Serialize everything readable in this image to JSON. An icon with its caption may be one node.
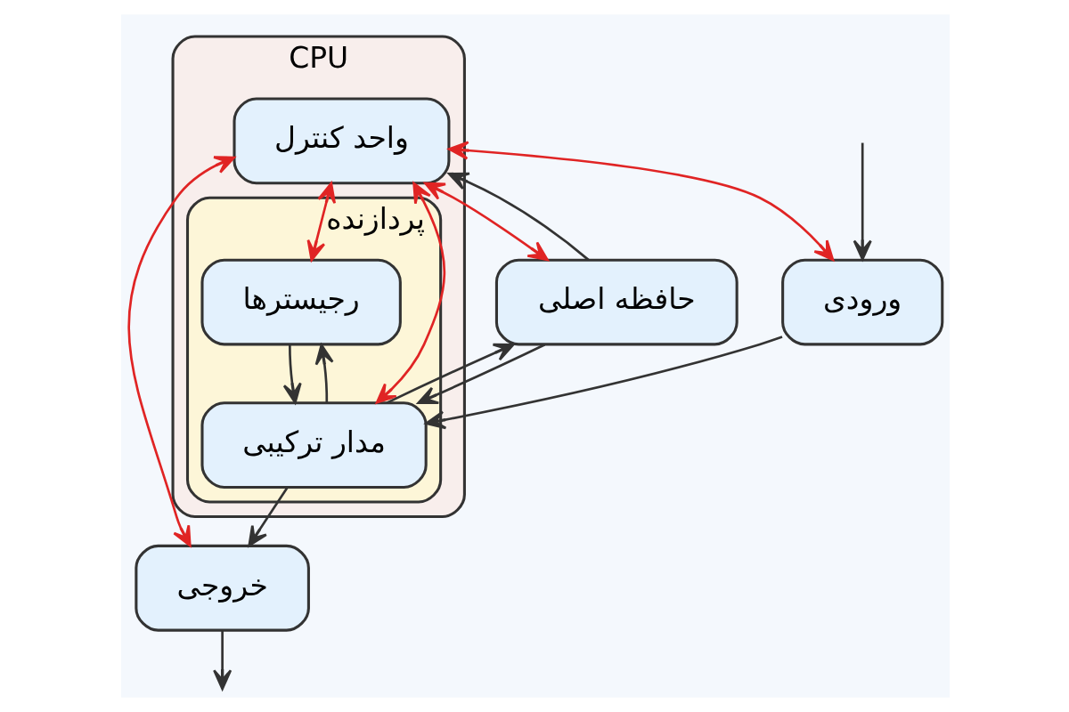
{
  "diagram": {
    "nodes": [
      {
        "text": [
          "CPU"
        ]
      },
      {
        "text": [
          "واحد کنترل"
        ],
        "in": 0
      },
      {
        "text": [
          "پردازنده"
        ],
        "in": 0
      },
      {
        "text": [
          "رجیسترها"
        ],
        "in": 2
      },
      {
        "text": [
          "مدار ترکیبی"
        ],
        "in": 2
      },
      {
        "text": [
          "ورودی"
        ]
      },
      {
        "text": [
          "خروجی"
        ]
      },
      {
        "text": [
          "حافظه اصلی"
        ]
      }
    ],
    "edges": [
      {
        "from": 1,
        "to": 5,
        "arrow": "both",
        "color": "#e02424"
      },
      {
        "from": 1,
        "to": 6,
        "arrow": "both",
        "color": "#e02424"
      },
      {
        "from": 1,
        "to": 7,
        "arrow": "both",
        "color": "#e02424"
      },
      {
        "from": 1,
        "to": 4,
        "arrow": "both",
        "color": "#e02424"
      },
      {
        "from": 1,
        "to": 3,
        "arrow": "both",
        "color": "#e02424"
      },
      {
        "from": 3,
        "to": 4,
        "arrow": "to"
      },
      {
        "from": 4,
        "to": 3,
        "arrow": "to"
      },
      {
        "from": 5,
        "to": 4,
        "arrow": "to"
      },
      {
        "from": 7,
        "to": 4,
        "arrow": "to"
      },
      {
        "from": 4,
        "to": 6,
        "arrow": "to"
      },
      {
        "from": 4,
        "to": 7,
        "arrow": "to"
      },
      {
        "from": 7,
        "to": 1,
        "arrow": "to"
      },
      {
        "from": null,
        "to": 5,
        "arrow": "to"
      },
      {
        "from": 6,
        "to": null,
        "arrow": "to"
      }
    ]
  }
}
